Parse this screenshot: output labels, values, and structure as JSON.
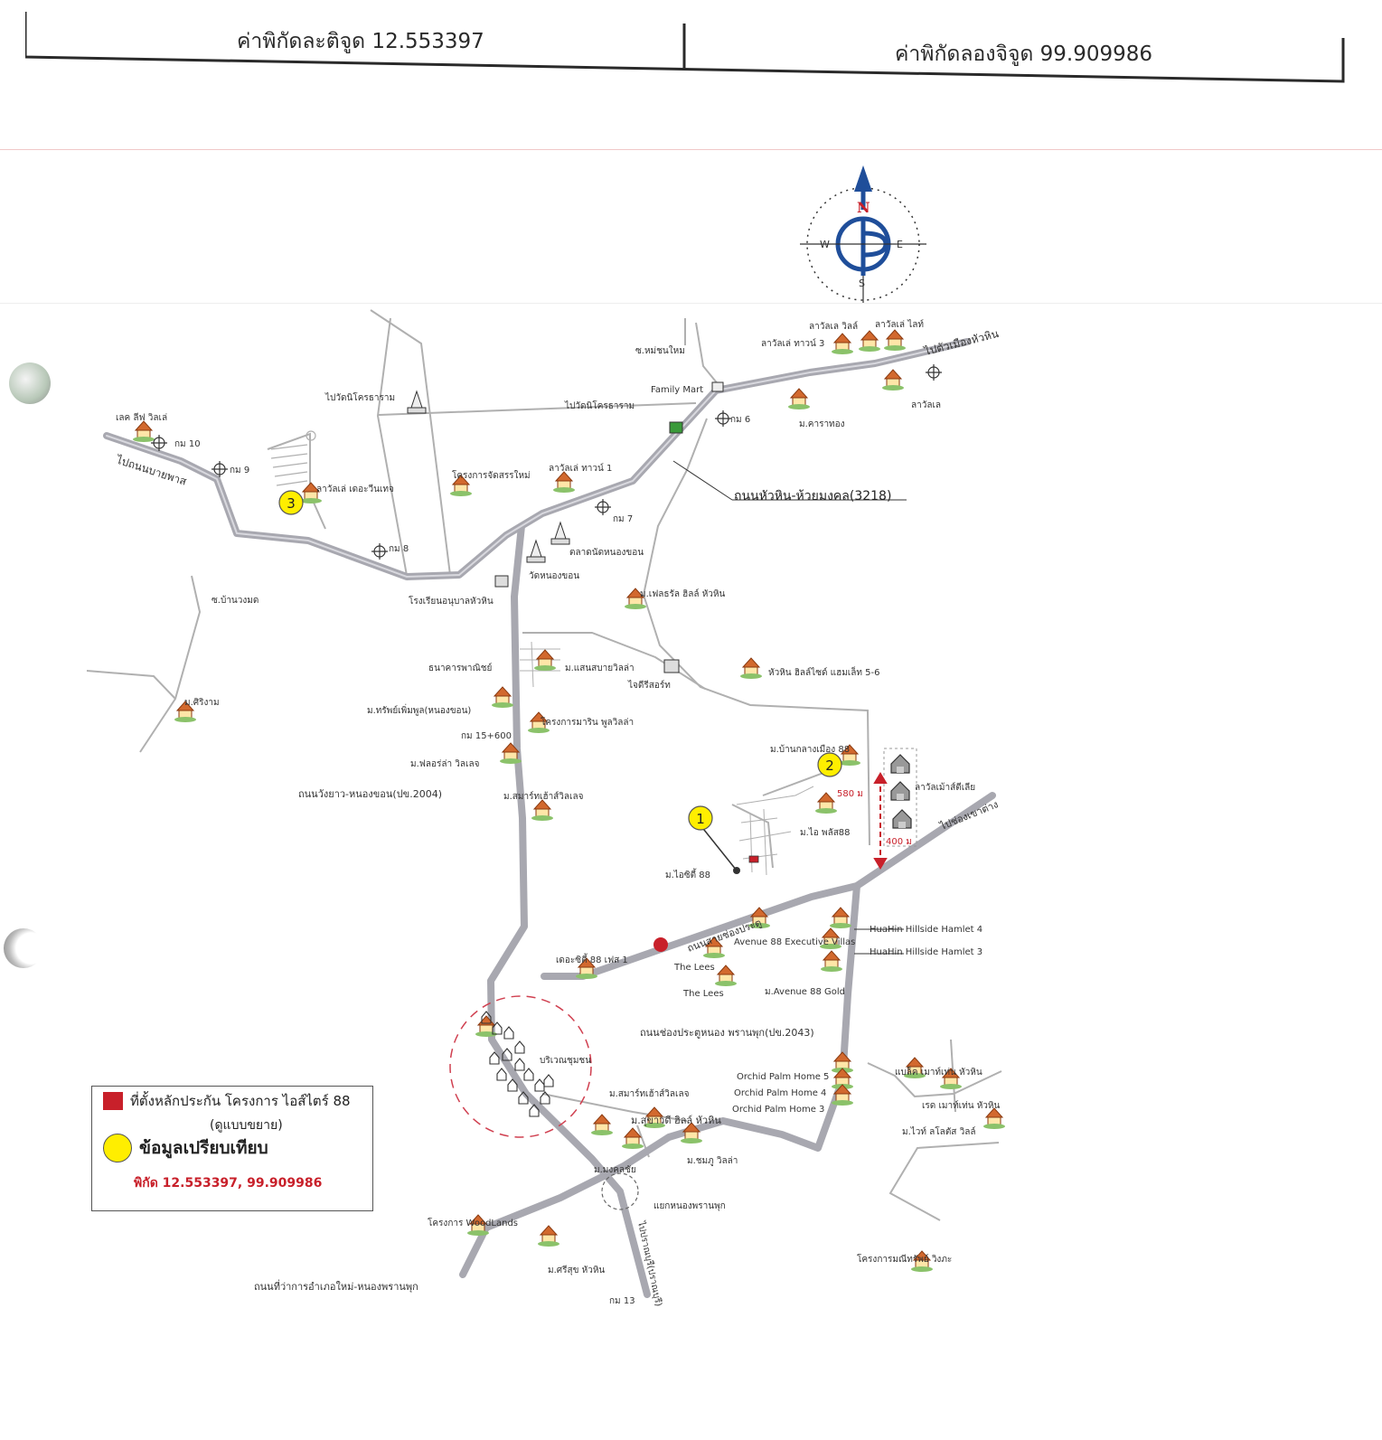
{
  "header": {
    "latitude_label": "ค่าพิกัดละติจูด 12.553397",
    "longitude_label": "ค่าพิกัดลองจิจูด 99.909986"
  },
  "compass": {
    "north": "N",
    "south": "S",
    "east": "E",
    "west": "W"
  },
  "labels": {
    "lasalle_villa": "ลาวัลเล วิลล์",
    "lasalle_light": "ลาวัลเล่ ไลท์",
    "lasalle_town3": "ลาวัลเล่ ทาวน์ 3",
    "to_huahin_city": "ไปตัวเมืองหัวหิน",
    "soi_maisuan": "ซ.หม่ชนใหม",
    "family_mart": "Family Mart",
    "km6": "กม 6",
    "m_kaewthong": "ม.คาราทอง",
    "lasalle": "ลาวัลเล",
    "to_wat_nikhom_1": "ไปวัดนิโครธาราม",
    "to_wat_nikhom_2": "ไปวัดนิโครธาราม",
    "lake_view": "เลค ลีฟ วิลเล่",
    "km10": "กม 10",
    "km9": "กม 9",
    "to_ban_pa_lew": "ไปถนนบายพาส",
    "lasalle_terrace": "ลาวัลเล่ เดอะวีนเทจ",
    "project_srisai": "โครงการจัดสรรใหม่",
    "lasalle_town1": "ลาวัลเล่ ทาวน์ 1",
    "km7": "กม 7",
    "road_main": "ถนนหัวหิน-ห้วยมงคล(3218)",
    "km8": "กม 8",
    "market": "ตลาดนัดหนองขอน",
    "wat_nongkhon": "วัดหนองขอน",
    "school": "โรงเรียนอนุบาลหัวหิน",
    "soi_bannong": "ซ.บ้านวงมด",
    "m_palm_hills": "ม.เฟลธรัล ฮิลล์ หัวหิน",
    "bank": "ธนาคารพาณิชย์",
    "m_saensabai": "ม.แสนสบายวิลล่า",
    "church": "ไจดีรีสอร์ท",
    "huahin_hillside_56": "หัวหิน ฮิลล์ไซด์ แฮมเล็ท 5-6",
    "m_siriram": "ม.ศิริงาม",
    "m_sappaitoon": "ม.ทรัพย์เพิ่มพูล(หนองขอน)",
    "project_marin": "โครงการมาริน พูลวิลล่า",
    "km15_600": "กม 15+600",
    "m_baan_klang_muang": "ม.บ้านกลางเมือง 88",
    "m_flora": "ม.ฟลอร่ล่า วิลเลจ",
    "road_wangyao": "ถนนวังยาว-หนองขอน(ปข.2004)",
    "m_smart_home": "ม.สมาร์ทเฮ้าส์วิลเลจ",
    "lasalle_2": "ลาวัลเม้าส์ตีเลีย",
    "dist_580": "580 ม",
    "dist_400": "400 ม",
    "m_ei_plus": "ม.ไอ พลัส88",
    "to_khao_tao": "ไปช่องเขาต่าง",
    "m_icity": "ม.ไอซิตี้ 88",
    "road_chongprathu": "ถนนสายช่องประตู",
    "hamlet4": "HuaHin Hillside Hamlet 4",
    "hamlet3": "HuaHin Hillside Hamlet 3",
    "avenue88_exec": "Avenue 88 Executive Villas",
    "the_city88": "เดอะซิตี้ 88 เฟส 1",
    "the_lees1": "The Lees",
    "the_lees2": "The Lees",
    "avenue88_gold": "ม.Avenue 88 Gold",
    "road_2043": "ถนนช่องประตูหนอง พรานพุก(ปข.2043)",
    "community": "บริเวณชุมชน",
    "orchid5": "Orchid Palm Home 5",
    "orchid4": "Orchid Palm Home 4",
    "orchid3": "Orchid Palm Home 3",
    "m_smart_village": "ม.สมาร์ทเฮ้าส์วิลเลจ",
    "m_sawatdee": "ม.สุขาวดี ฮิลล์ หัวหิน",
    "baan_mai": "แบล็ค เมาท์เท่น หัวหิน",
    "red_mountain": "เรด เมาท์เท่น หัวหิน",
    "m_white_lotus": "ม.ไวท์ ลโลตัส วิลล์",
    "m_mongkol": "ม.มงคลชัย",
    "m_chompoo": "ม.ชมภู วิลล่า",
    "junction": "แยกหนองพรานพุก",
    "project_woodlands": "โครงการ WoodLands",
    "to_pranburi": "ไปปราณบุรี(ปราณบุรี)",
    "m_srisuk": "ม.ศรีสุข หัวหิน",
    "road_amphoe": "ถนนที่ว่าการอำเภอใหม่-หนองพรานพุก",
    "km13": "กม 13",
    "project_manee": "โครงการมณีทรัพย์ วิงภะ",
    "marker1": "1",
    "marker2": "2",
    "marker3": "3"
  },
  "legend": {
    "subject_label": "ที่ตั้งหลักประกัน โครงการ ไอส์ไตร์ 88",
    "subject_sub": "(ดูแบบขยาย)",
    "comparison_label": "ข้อมูลเปรียบเทียบ",
    "coordinates": "พิกัด 12.553397, 99.909986",
    "subject_color": "#c8202a",
    "comparison_color": "#ffee00"
  },
  "colors": {
    "road": "#a8a8b0",
    "minor_road": "#b0b0b0",
    "compass": "#1f4e9a",
    "accent_red": "#c8202a"
  }
}
